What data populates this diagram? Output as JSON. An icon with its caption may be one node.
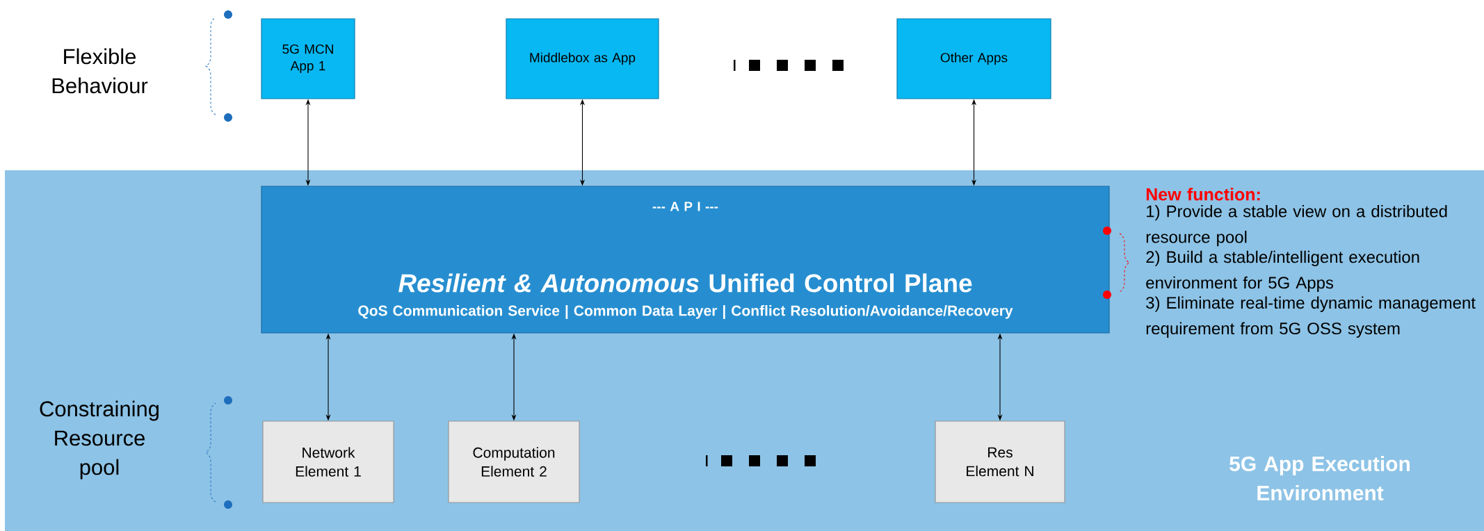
{
  "diagram": {
    "nodes": [
      {
        "text": [
          "5G MCN App 1"
        ]
      },
      {
        "text": [
          "Middlebox as App"
        ]
      },
      {
        "text": [
          "Other Apps"
        ]
      },
      {
        "text": [
          "5G App Execution Environment"
        ]
      },
      {
        "text": [
          "--- A P I ---",
          "*Resilient & Autonomous* Unified Control Plane",
          "QoS Communication Service | Common Data Layer | Conflict Resolution/Avoidance/Recovery"
        ],
        "in": 3
      },
      {
        "text": [
          "Network Element 1"
        ],
        "in": 3
      },
      {
        "text": [
          "Computation Element 2"
        ],
        "in": 3
      },
      {
        "text": [
          "Res Element N"
        ],
        "in": 3
      }
    ],
    "edges": [
      {
        "from": 0,
        "to": 4,
        "arrow": "both"
      },
      {
        "from": 1,
        "to": 4,
        "arrow": "both"
      },
      {
        "from": 2,
        "to": 4,
        "arrow": "both"
      },
      {
        "from": 4,
        "to": 5,
        "arrow": "both"
      },
      {
        "from": 4,
        "to": 6,
        "arrow": "both"
      },
      {
        "from": 4,
        "to": 7,
        "arrow": "both"
      }
    ],
    "labels": [
      "Flexible Behaviour",
      "New function:",
      "1) Provide a stable view on a distributed resource pool",
      "2) Build a stable/intelligent execution environment for 5G Apps",
      "3) Eliminate real-time dynamic management requirement from 5G OSS system",
      "Constraining Resource pool"
    ]
  }
}
